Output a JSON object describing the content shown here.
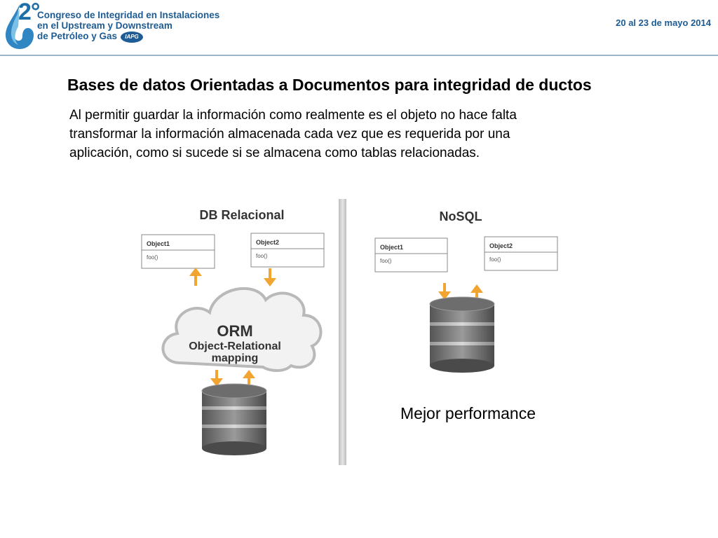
{
  "header": {
    "logo_number": "2°",
    "logo_lines": [
      "Congreso de Integridad en Instalaciones",
      "en el Upstream y Downstream",
      "de Petróleo y Gas"
    ],
    "logo_badge": "IAPG",
    "date": "20 al 23 de mayo 2014"
  },
  "slide": {
    "title": "Bases de datos Orientadas a Documentos para integridad de ductos",
    "body_lines": [
      "Al permitir guardar la información como realmente es el objeto no hace falta",
      "transformar la información almacenada cada vez que es requerida por una",
      "aplicación, como si sucede si se almacena como tablas relacionadas."
    ],
    "caption": "Mejor performance"
  },
  "diagram": {
    "left_title": "DB Relacional",
    "right_title": "NoSQL",
    "object1": "Object1",
    "object2": "Object2",
    "method": "foo()",
    "orm_title": "ORM",
    "orm_line1": "Object-Relational",
    "orm_line2": "mapping"
  },
  "colors": {
    "brand_blue": "#1d5c94",
    "arrow_orange": "#f2a431"
  }
}
